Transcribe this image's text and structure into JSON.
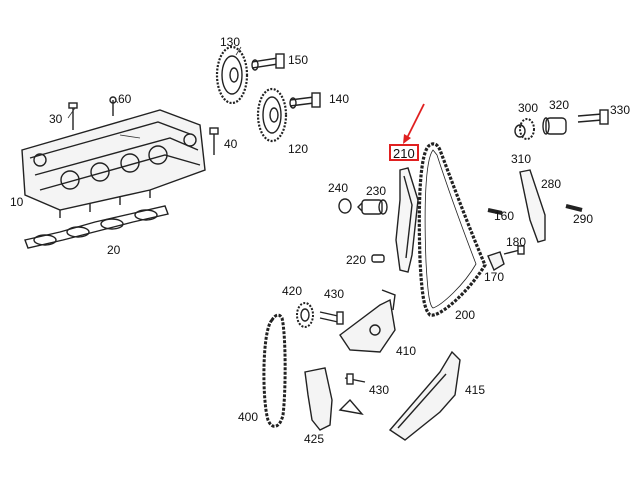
{
  "diagram": {
    "highlight_color": "#e02020",
    "highlighted_part": "210",
    "parts": [
      {
        "id": "p10",
        "label": "10"
      },
      {
        "id": "p20",
        "label": "20"
      },
      {
        "id": "p30",
        "label": "30"
      },
      {
        "id": "p40",
        "label": "40"
      },
      {
        "id": "p60",
        "label": "60"
      },
      {
        "id": "p120",
        "label": "120"
      },
      {
        "id": "p130",
        "label": "130"
      },
      {
        "id": "p140",
        "label": "140"
      },
      {
        "id": "p150",
        "label": "150"
      },
      {
        "id": "p160",
        "label": "160"
      },
      {
        "id": "p170",
        "label": "170"
      },
      {
        "id": "p180",
        "label": "180"
      },
      {
        "id": "p200",
        "label": "200"
      },
      {
        "id": "p210",
        "label": "210"
      },
      {
        "id": "p220",
        "label": "220"
      },
      {
        "id": "p230",
        "label": "230"
      },
      {
        "id": "p240",
        "label": "240"
      },
      {
        "id": "p280",
        "label": "280"
      },
      {
        "id": "p290",
        "label": "290"
      },
      {
        "id": "p300",
        "label": "300"
      },
      {
        "id": "p310",
        "label": "310"
      },
      {
        "id": "p320",
        "label": "320"
      },
      {
        "id": "p330",
        "label": "330"
      },
      {
        "id": "p400",
        "label": "400"
      },
      {
        "id": "p410",
        "label": "410"
      },
      {
        "id": "p415",
        "label": "415"
      },
      {
        "id": "p420",
        "label": "420"
      },
      {
        "id": "p425",
        "label": "425"
      },
      {
        "id": "p430a",
        "label": "430"
      },
      {
        "id": "p430b",
        "label": "430"
      }
    ]
  }
}
